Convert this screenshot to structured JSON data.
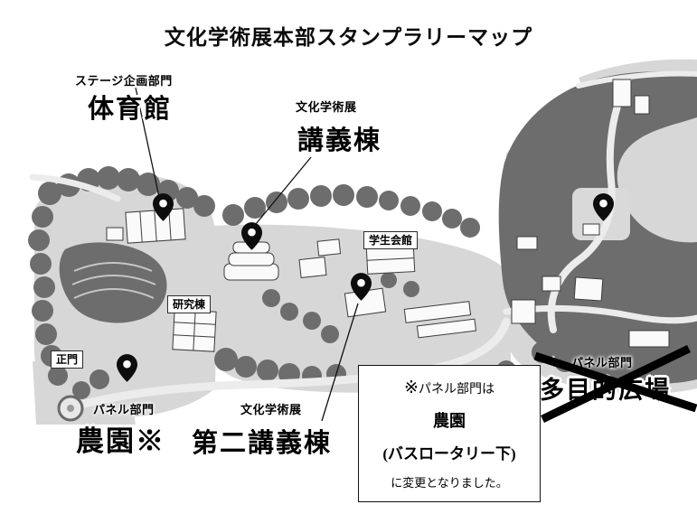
{
  "title": "文化学術展本部スタンプラリーマップ",
  "map": {
    "stage_section": {
      "dept": "ステージ企画部門",
      "venue": "体育館"
    },
    "lecture_section": {
      "dept": "文化学術展",
      "venue": "講義棟"
    },
    "second_lecture_section": {
      "dept": "文化学術展",
      "venue": "第二講義棟"
    },
    "farm_section": {
      "dept": "パネル部門",
      "venue": "農園※"
    },
    "plaza_section": {
      "dept": "パネル部門",
      "venue": "多目的広場",
      "status": "crossed-out"
    },
    "building_labels": {
      "student_hall": "学生会館",
      "research_building": "研究棟",
      "main_gate": "正門"
    }
  },
  "note": {
    "prefix": "※",
    "line1": "パネル部門は",
    "line2": "農園",
    "line3": "(バスロータリー下)",
    "line4": "に変更となりました。"
  }
}
